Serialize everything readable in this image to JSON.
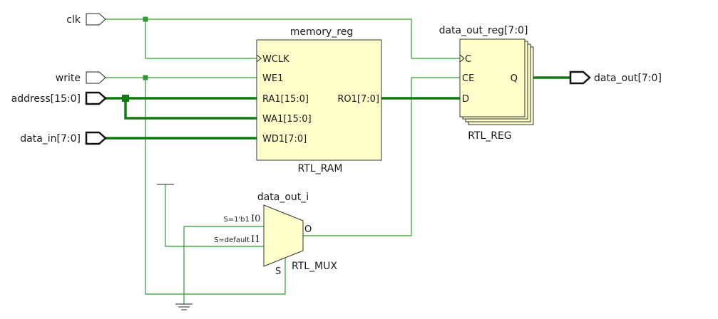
{
  "ports": {
    "clk": "clk",
    "write": "write",
    "address": "address[15:0]",
    "data_in": "data_in[7:0]",
    "data_out": "data_out[7:0]"
  },
  "memory": {
    "instance": "memory_reg",
    "type": "RTL_RAM",
    "pins": {
      "wclk": "WCLK",
      "we1": "WE1",
      "ra1": "RA1[15:0]",
      "wa1": "WA1[15:0]",
      "wd1": "WD1[7:0]",
      "ro1": "RO1[7:0]"
    }
  },
  "register": {
    "instance": "data_out_reg[7:0]",
    "type": "RTL_REG",
    "pins": {
      "c": "C",
      "ce": "CE",
      "d": "D",
      "q": "Q"
    }
  },
  "mux": {
    "instance": "data_out_i",
    "type": "RTL_MUX",
    "pins": {
      "i0": "I0",
      "i1": "I1",
      "o": "O",
      "s": "S"
    },
    "conditions": {
      "i0": "S=1'b1",
      "i1": "S=default"
    }
  },
  "colors": {
    "wire": "#2e9a2e",
    "bus": "#117a11",
    "cell_fill": "#ffffcc",
    "outline": "#222222"
  }
}
